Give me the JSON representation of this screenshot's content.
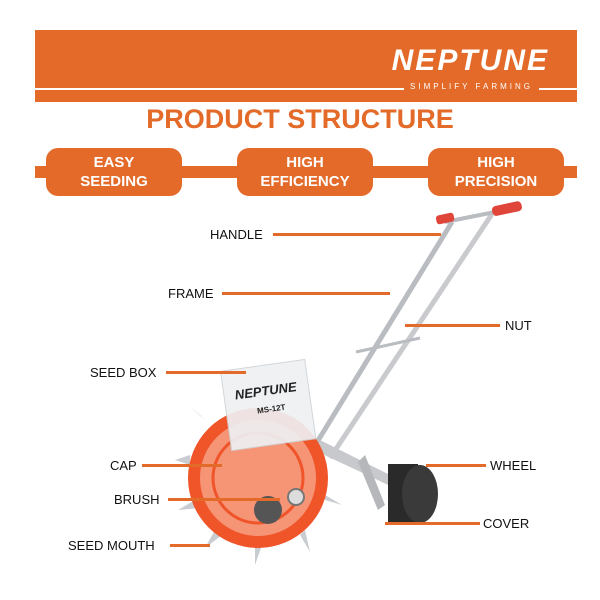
{
  "brand": {
    "logo": "NEPTUNE",
    "tagline": "SIMPLIFY FARMING"
  },
  "title": "PRODUCT STRUCTURE",
  "features": [
    {
      "line1": "EASY",
      "line2": "SEEDING"
    },
    {
      "line1": "HIGH",
      "line2": "EFFICIENCY"
    },
    {
      "line1": "HIGH",
      "line2": "PRECISION"
    }
  ],
  "parts": {
    "handle": "HANDLE",
    "frame": "FRAME",
    "nut": "NUT",
    "seed_box": "SEED BOX",
    "cap": "CAP",
    "brush": "BRUSH",
    "seed_mouth": "SEED MOUTH",
    "wheel": "WHEEL",
    "cover": "COVER"
  },
  "product": {
    "model": "MS-12T",
    "box_logo": "NEPTUNE"
  },
  "colors": {
    "accent": "#e36a28",
    "disc": "#f0552a",
    "grip": "#e0453a"
  }
}
